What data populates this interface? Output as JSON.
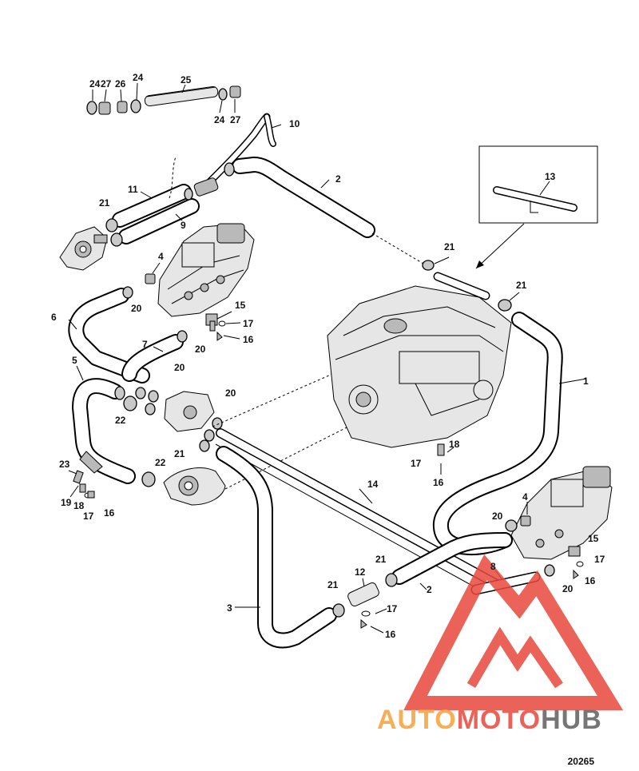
{
  "figure_ref": "20265",
  "watermark": {
    "part1": "AUTO",
    "part2": "MOTO",
    "part3": "HUB",
    "color_a": "#f5a23a",
    "color_b": "#e8483c",
    "color_c": "#5f5f5f"
  },
  "callouts": {
    "c1": "1",
    "c2a": "2",
    "c2b": "2",
    "c3": "3",
    "c4a": "4",
    "c4b": "4",
    "c5": "5",
    "c6": "6",
    "c7": "7",
    "c8": "8",
    "c9": "9",
    "c10": "10",
    "c11": "11",
    "c12": "12",
    "c13": "13",
    "c14": "14",
    "c15a": "15",
    "c15b": "15",
    "c16a": "16",
    "c16b": "16",
    "c16c": "16",
    "c16d": "16",
    "c16e": "16",
    "c17a": "17",
    "c17b": "17",
    "c17c": "17",
    "c17d": "17",
    "c17e": "17",
    "c18a": "18",
    "c18b": "18",
    "c19": "19",
    "c20a": "20",
    "c20b": "20",
    "c20c": "20",
    "c20d": "20",
    "c20e": "20",
    "c21a": "21",
    "c21b": "21",
    "c21c": "21",
    "c21d": "21",
    "c21e": "21",
    "c21f": "21",
    "c22a": "22",
    "c22b": "22",
    "c23": "23",
    "c24a": "24",
    "c24b": "24",
    "c24c": "24",
    "c25": "25",
    "c26": "26",
    "c27a": "27",
    "c27b": "27"
  }
}
